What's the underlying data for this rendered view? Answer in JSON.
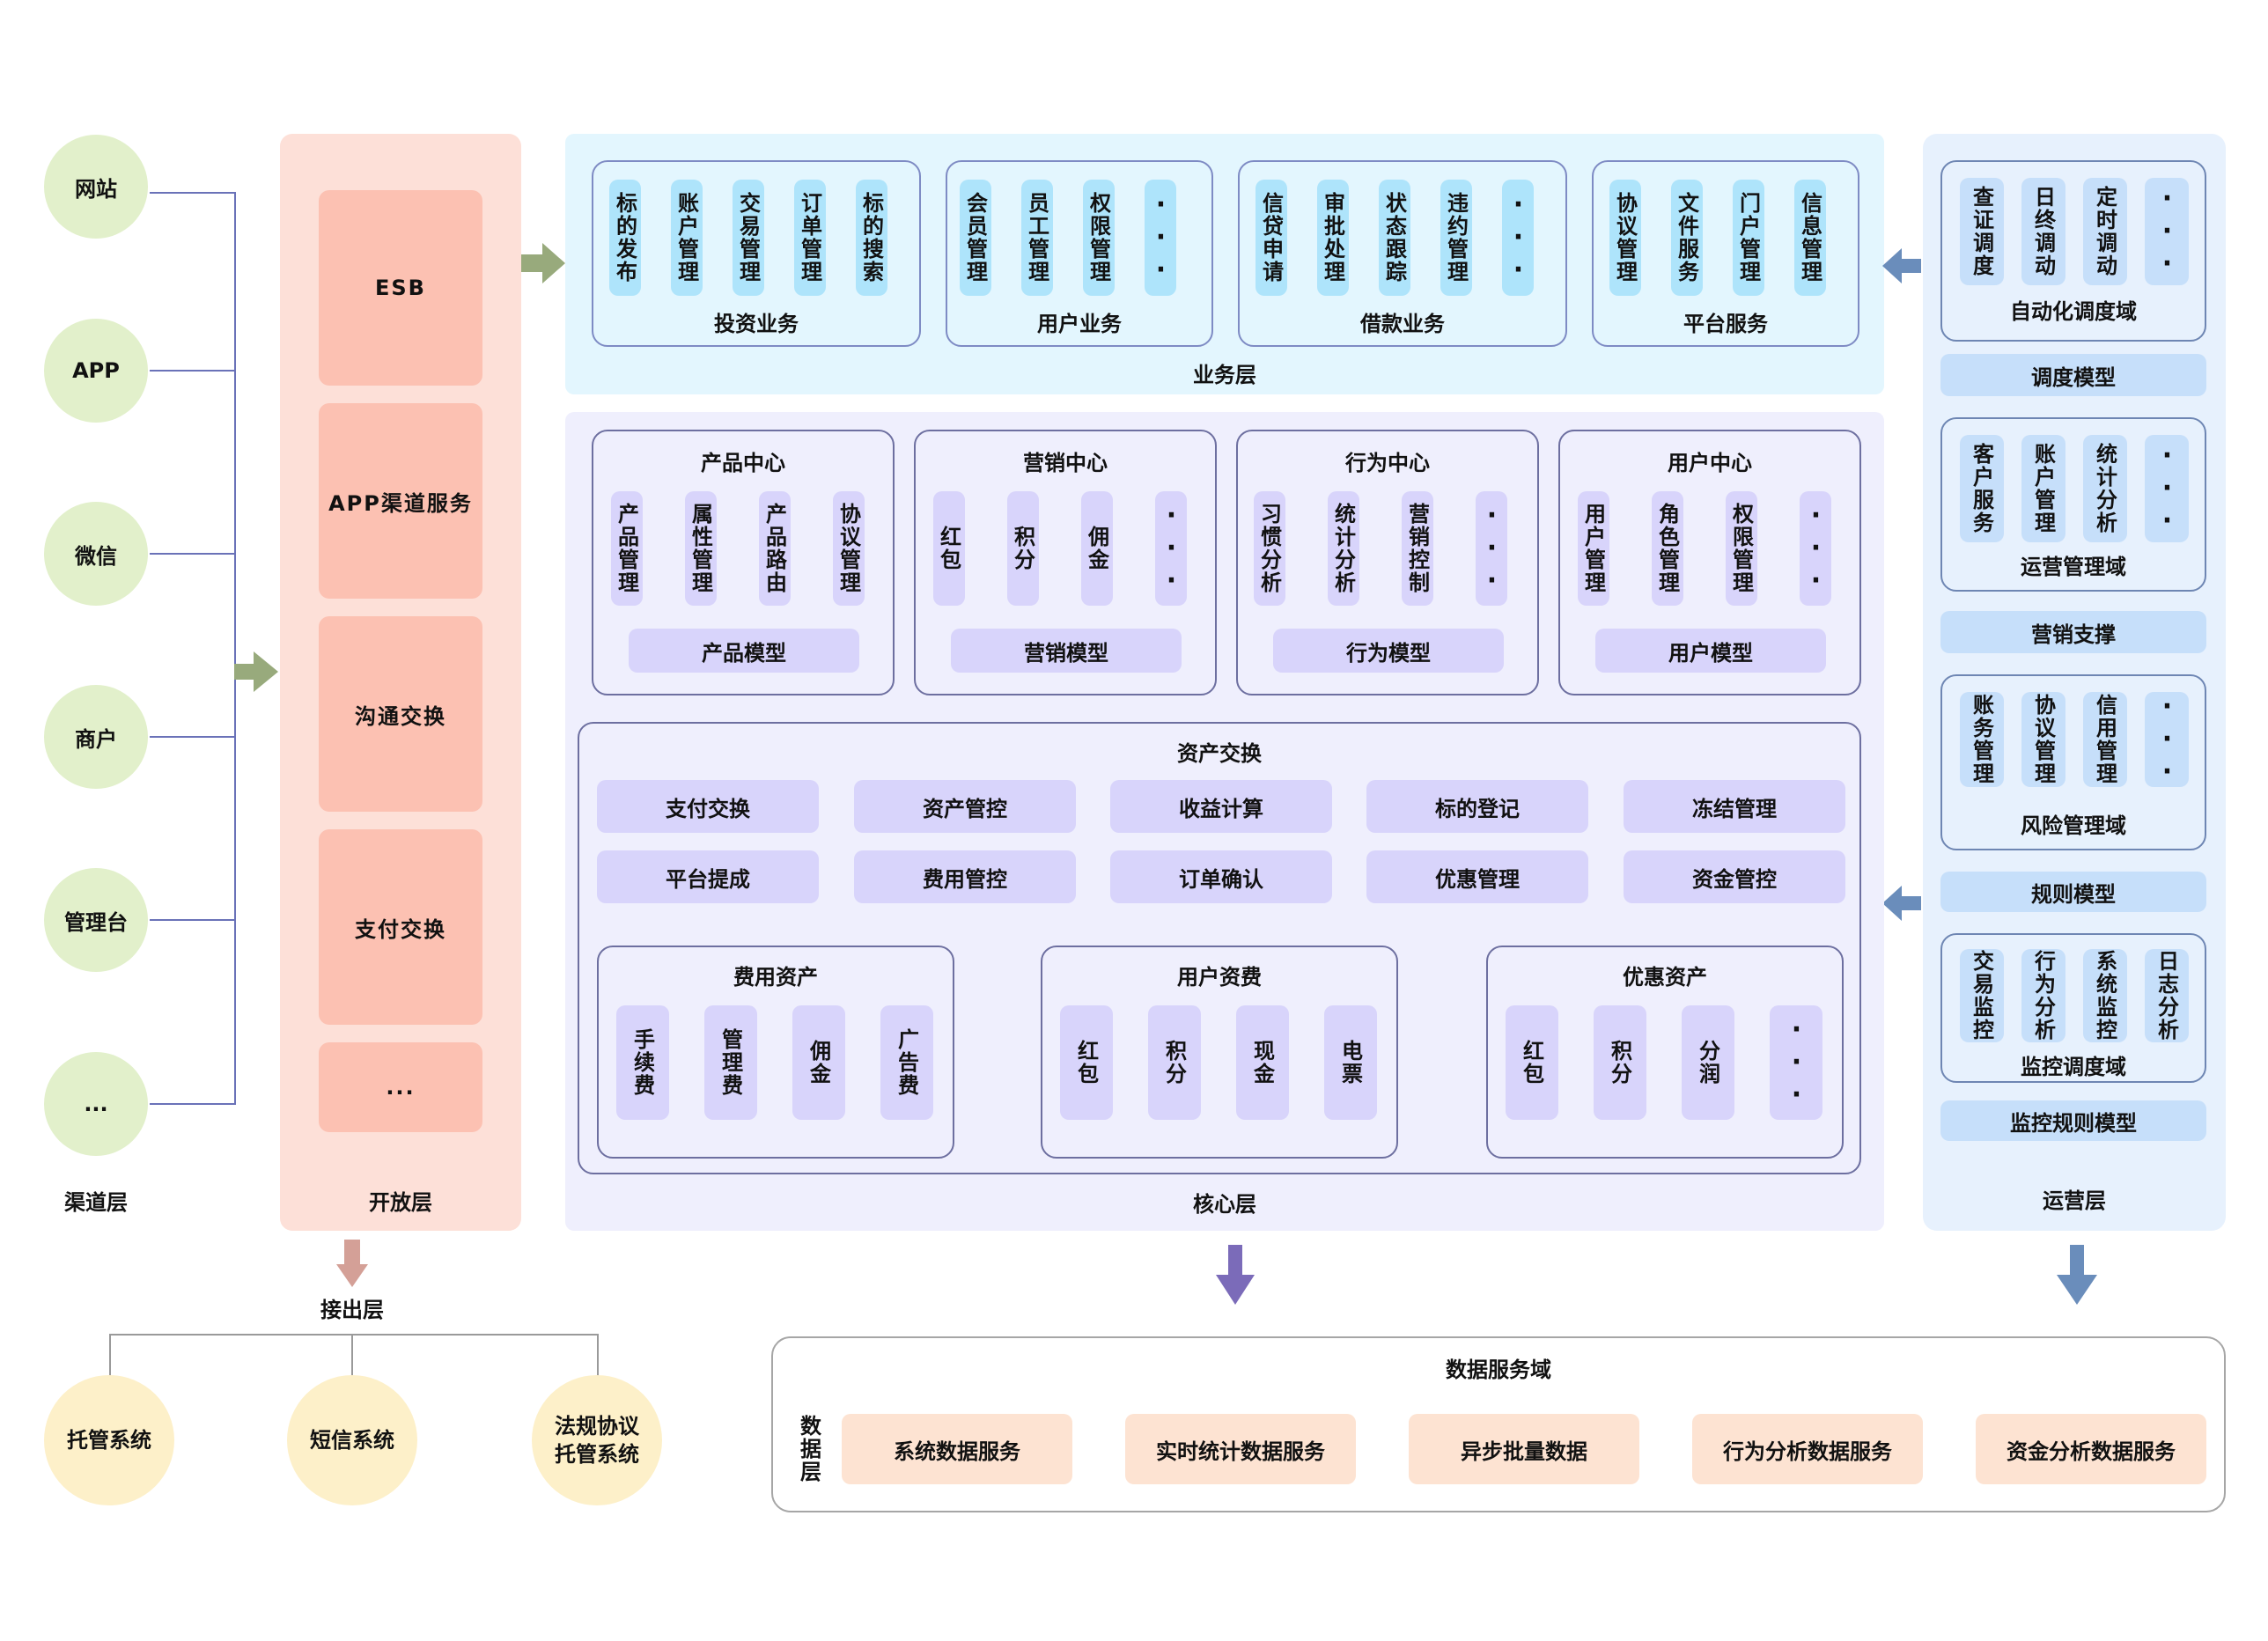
{
  "channel_layer": {
    "label": "渠道层",
    "channels": [
      "网站",
      "APP",
      "微信",
      "商户",
      "管理台",
      "..."
    ]
  },
  "open_layer": {
    "label": "开放层",
    "boxes": [
      "ESB",
      "APP渠道服务",
      "沟通交换",
      "支付交换",
      "..."
    ]
  },
  "business_layer": {
    "label": "业务层",
    "groups": [
      {
        "title": "投资业务",
        "items": [
          "标的发布",
          "账户管理",
          "交易管理",
          "订单管理",
          "标的搜索"
        ]
      },
      {
        "title": "用户业务",
        "items": [
          "会员管理",
          "员工管理",
          "权限管理",
          "···"
        ]
      },
      {
        "title": "借款业务",
        "items": [
          "信贷申请",
          "审批处理",
          "状态跟踪",
          "违约管理",
          "···"
        ]
      },
      {
        "title": "平台服务",
        "items": [
          "协议管理",
          "文件服务",
          "门户管理",
          "信息管理"
        ]
      }
    ]
  },
  "core_layer": {
    "label": "核心层",
    "centers": [
      {
        "title": "产品中心",
        "items": [
          "产品管理",
          "属性管理",
          "产品路由",
          "协议管理"
        ],
        "model": "产品模型"
      },
      {
        "title": "营销中心",
        "items": [
          "红包",
          "积分",
          "佣金",
          "···"
        ],
        "model": "营销模型"
      },
      {
        "title": "行为中心",
        "items": [
          "习惯分析",
          "统计分析",
          "营销控制",
          "···"
        ],
        "model": "行为模型"
      },
      {
        "title": "用户中心",
        "items": [
          "用户管理",
          "角色管理",
          "权限管理",
          "···"
        ],
        "model": "用户模型"
      }
    ],
    "asset_exchange": {
      "title": "资产交换",
      "row1": [
        "支付交换",
        "资产管控",
        "收益计算",
        "标的登记",
        "冻结管理"
      ],
      "row2": [
        "平台提成",
        "费用管控",
        "订单确认",
        "优惠管理",
        "资金管控"
      ],
      "sub_groups": [
        {
          "title": "费用资产",
          "items": [
            "手续费",
            "管理费",
            "佣金",
            "广告费"
          ]
        },
        {
          "title": "用户资费",
          "items": [
            "红包",
            "积分",
            "现金",
            "电票"
          ]
        },
        {
          "title": "优惠资产",
          "items": [
            "红包",
            "积分",
            "分润",
            "···"
          ]
        }
      ]
    }
  },
  "ops_layer": {
    "label": "运营层",
    "domains": [
      {
        "title": "自动化调度域",
        "items": [
          "查证调度",
          "日终调动",
          "定时调动",
          "···"
        ],
        "model": "调度模型"
      },
      {
        "title": "运营管理域",
        "items": [
          "客户服务",
          "账户管理",
          "统计分析",
          "···"
        ],
        "model": "营销支撑"
      },
      {
        "title": "风险管理域",
        "items": [
          "账务管理",
          "协议管理",
          "信用管理",
          "···"
        ],
        "model": "规则模型"
      },
      {
        "title": "监控调度域",
        "items": [
          "交易监控",
          "行为分析",
          "系统监控",
          "日志分析"
        ],
        "model": "监控规则模型"
      }
    ]
  },
  "output_layer": {
    "label": "接出层",
    "systems": [
      "托管系统",
      "短信系统",
      "法规协议\n托管系统"
    ]
  },
  "data_layer": {
    "side_label": "数据层",
    "title": "数据服务域",
    "services": [
      "系统数据服务",
      "实时统计数据服务",
      "异步批量数据",
      "行为分析数据服务",
      "资金分析数据服务"
    ]
  },
  "colors": {
    "channel": "#e2f0cb",
    "open_panel": "#fde0d8",
    "open_box": "#fcc1b2",
    "business_panel": "#e3f6fe",
    "business_pill": "#aee4fb",
    "core_panel": "#efeffd",
    "core_pill": "#d8d4fb",
    "ops_panel": "#e7f1fd",
    "ops_pill": "#c6dffa",
    "output": "#fdf0c9",
    "data_pill": "#fde3d2",
    "arrow_green": "#98aa7c",
    "arrow_red": "#d4a097",
    "arrow_purple": "#7b6bb9",
    "arrow_blue": "#6a8dbb"
  }
}
